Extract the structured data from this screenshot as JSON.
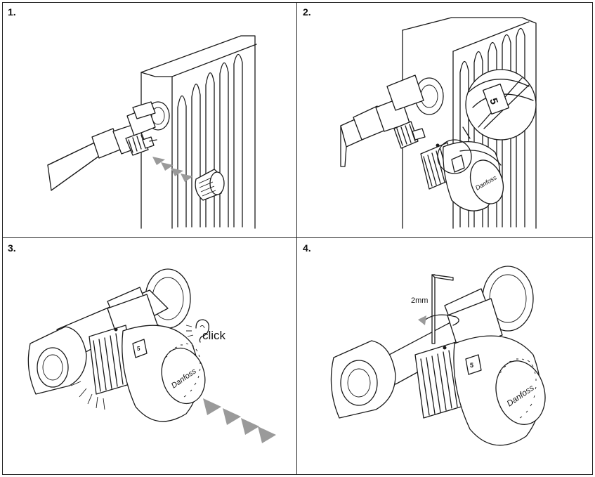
{
  "steps": [
    {
      "number": "1."
    },
    {
      "number": "2."
    },
    {
      "number": "3.",
      "annotation": "click"
    },
    {
      "number": "4.",
      "annotation": "2mm"
    }
  ],
  "dial": {
    "scale_mark": "5",
    "brand": "Danfoss"
  },
  "icons": [
    "radiator",
    "valve-body",
    "protection-cap",
    "arrow-triangles",
    "magnifier-callout",
    "thermostatic-head",
    "ear-icon",
    "hex-key-icon",
    "rotation-arrow-icon"
  ],
  "colors": {
    "line": "#1a1a1a",
    "arrow": "#9a9a9a",
    "background": "#ffffff"
  }
}
